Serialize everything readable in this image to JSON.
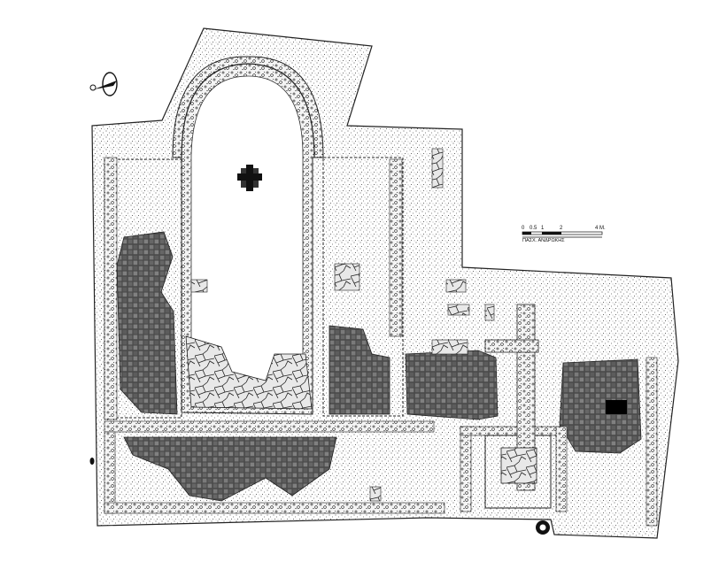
{
  "drawing": {
    "type": "archaeological site plan",
    "ink_color": "#1a1a1a",
    "paper_color": "#ffffff",
    "stipple_color": "#3a3a3a",
    "north_arrow_icon": "north-arrow-icon",
    "well_marker_icon": "well-icon"
  },
  "scale_bar": {
    "ticks": [
      "0",
      "0.5",
      "1",
      "2",
      "4 M."
    ],
    "author": "ΠΑΣΧ. ΑΝΔΡΩΚΗΣ"
  }
}
